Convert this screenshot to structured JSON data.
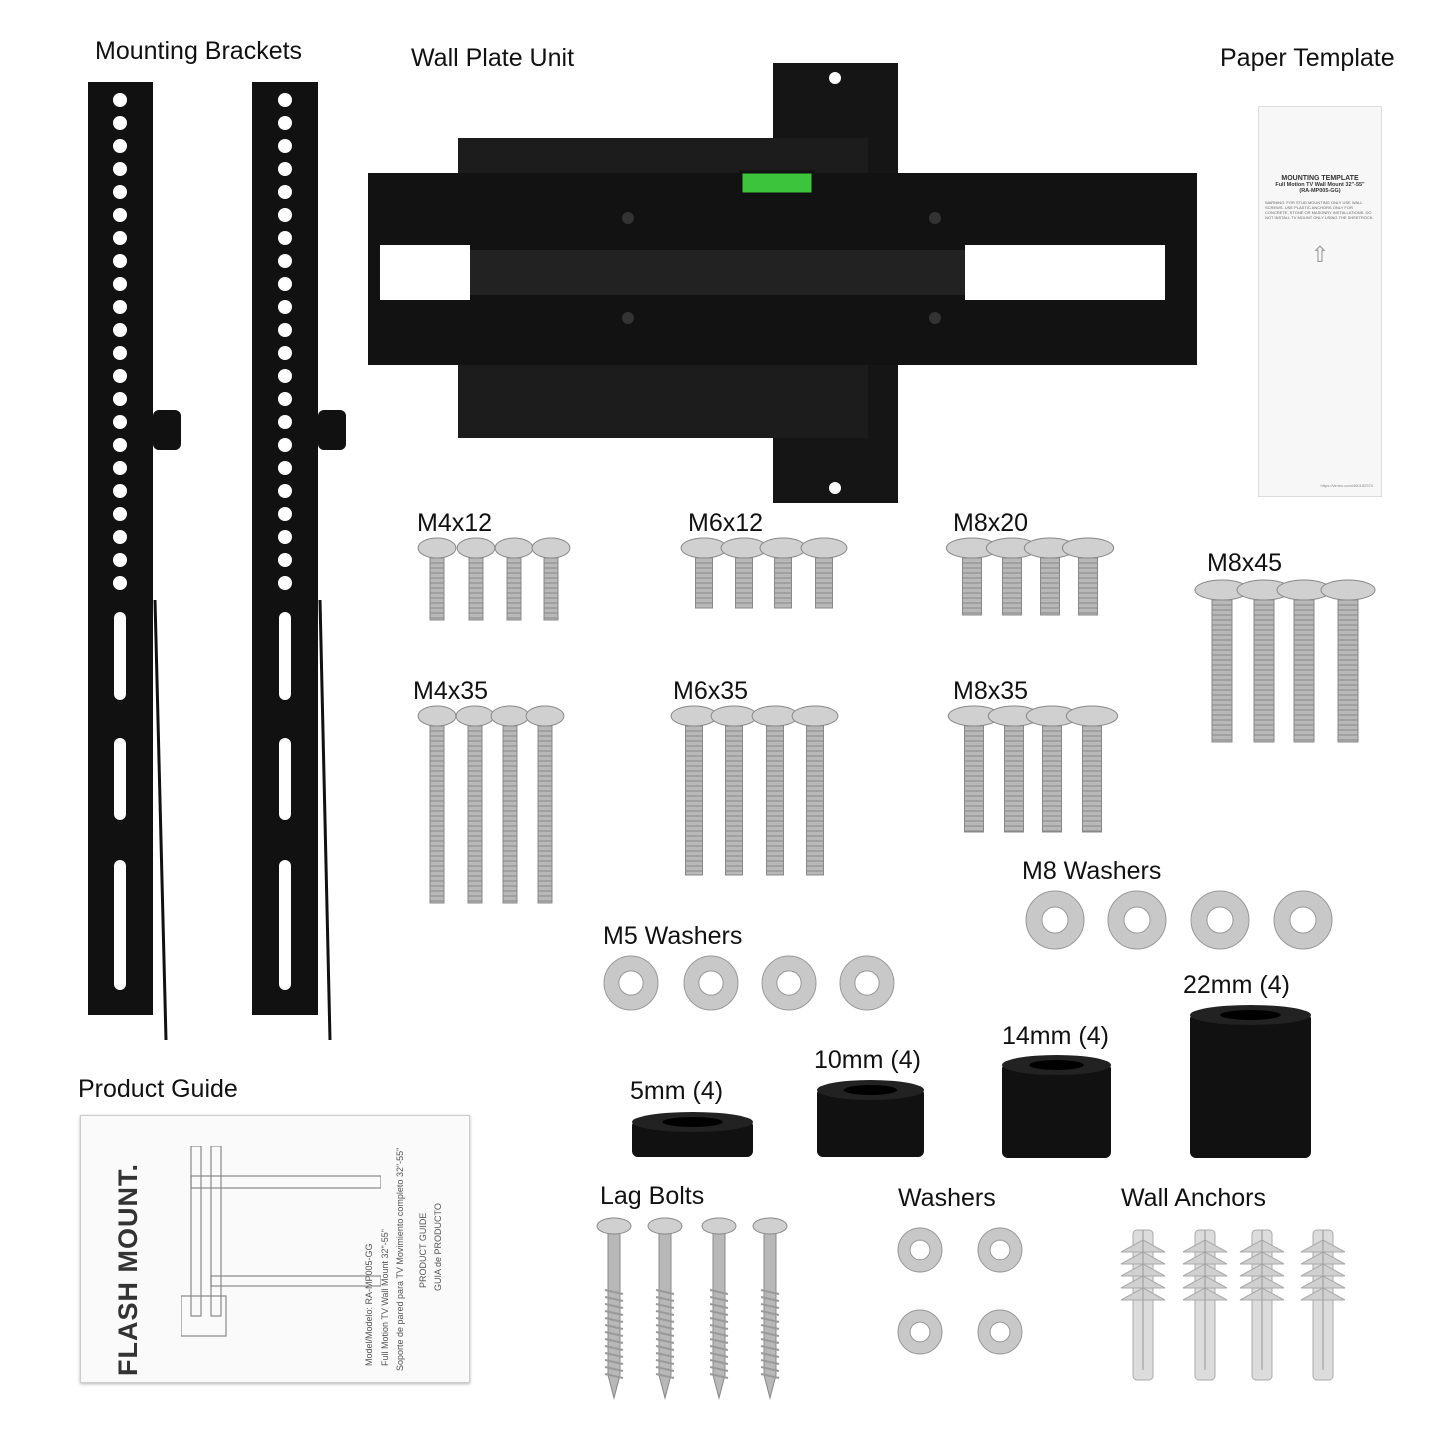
{
  "labels": {
    "mounting_brackets": "Mounting Brackets",
    "wall_plate_unit": "Wall Plate Unit",
    "paper_template": "Paper Template",
    "m4x12": "M4x12",
    "m6x12": "M6x12",
    "m8x20": "M8x20",
    "m8x45": "M8x45",
    "m4x35": "M4x35",
    "m6x35": "M6x35",
    "m8x35": "M8x35",
    "m8_washers": "M8 Washers",
    "m5_washers": "M5 Washers",
    "spacer_22": "22mm (4)",
    "spacer_14": "14mm (4)",
    "spacer_10": "10mm (4)",
    "spacer_5": "5mm (4)",
    "lag_bolts": "Lag Bolts",
    "washers": "Washers",
    "wall_anchors": "Wall Anchors",
    "product_guide": "Product Guide"
  },
  "template": {
    "title": "MOUNTING TEMPLATE",
    "subtitle": "Full Motion TV Wall Mount 32\"-55\"",
    "model": "(RA-MP005-GG)",
    "warning": "WARNING: FOR STUD MOUNTING ONLY USE WALL SCREWS. USE PLASTIC ANCHORS ONLY FOR CONCRETE, STONE OR MASONRY INSTALLATIONS. DO NOT INSTALL TV MOUNT ONLY USING THE SHEETROCK.",
    "url": "https://vimeo.com/460182570"
  },
  "guide": {
    "brand": "FLASH MOUNT.",
    "model": "Model/Modelo: RA-MP005-GG",
    "title_en": "Full Motion TV Wall Mount 32\"-55\"",
    "title_es": "Soporte de pared para TV Movimiento completo 32\"-55\"",
    "product_guide": "PRODUCT GUIDE",
    "guia": "GUIA de PRODUCTO"
  },
  "colors": {
    "metal": "#b8b8b8",
    "black": "#111111",
    "level": "#3cc43c"
  }
}
